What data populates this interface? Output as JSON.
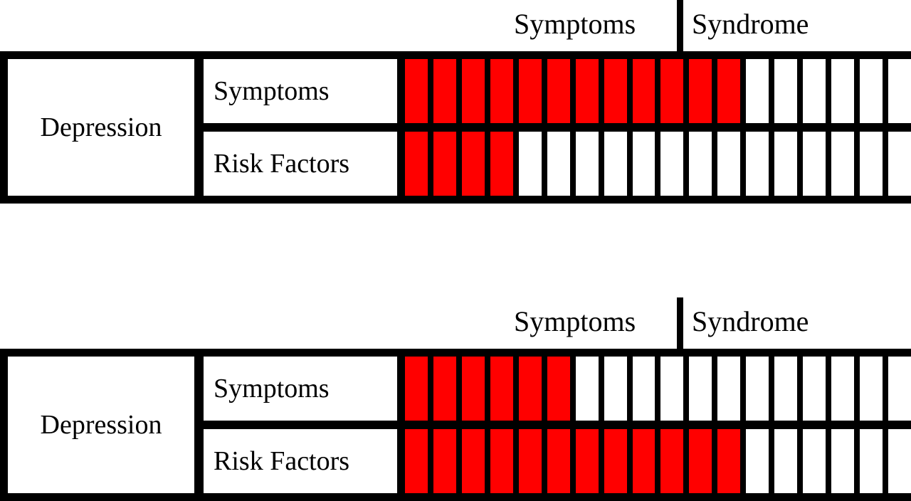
{
  "chart_data": {
    "type": "bar",
    "title": "",
    "subtitle": "",
    "xlabel": "",
    "ylabel": "",
    "grid": false,
    "legend_position": "top",
    "scale_total_cells": 18,
    "scale_sections": [
      "Symptoms",
      "Syndrome"
    ],
    "filled_color": "#FF0000",
    "empty_color": "#FFFFFF",
    "border_color": "#000000",
    "panels": [
      {
        "panel_id": "top",
        "condition": "Depression",
        "categories": [
          "Symptoms",
          "Risk Factors"
        ],
        "values": [
          12,
          4
        ],
        "total": 18
      },
      {
        "panel_id": "bottom",
        "condition": "Depression",
        "categories": [
          "Symptoms",
          "Risk Factors"
        ],
        "values": [
          6,
          12
        ],
        "total": 18
      }
    ]
  },
  "diagrams": [
    {
      "header": {
        "left_label": "Symptoms",
        "right_label": "Syndrome"
      },
      "condition_label": "Depression",
      "rows": [
        {
          "label": "Symptoms",
          "filled": 12,
          "total": 18
        },
        {
          "label": "Risk Factors",
          "filled": 4,
          "total": 18
        }
      ]
    },
    {
      "header": {
        "left_label": "Symptoms",
        "right_label": "Syndrome"
      },
      "condition_label": "Depression",
      "rows": [
        {
          "label": "Symptoms",
          "filled": 6,
          "total": 18
        },
        {
          "label": "Risk Factors",
          "filled": 12,
          "total": 18
        }
      ]
    }
  ],
  "colors": {
    "filled": "#FF0000",
    "empty": "#FFFFFF",
    "border": "#000000",
    "text": "#000000"
  }
}
